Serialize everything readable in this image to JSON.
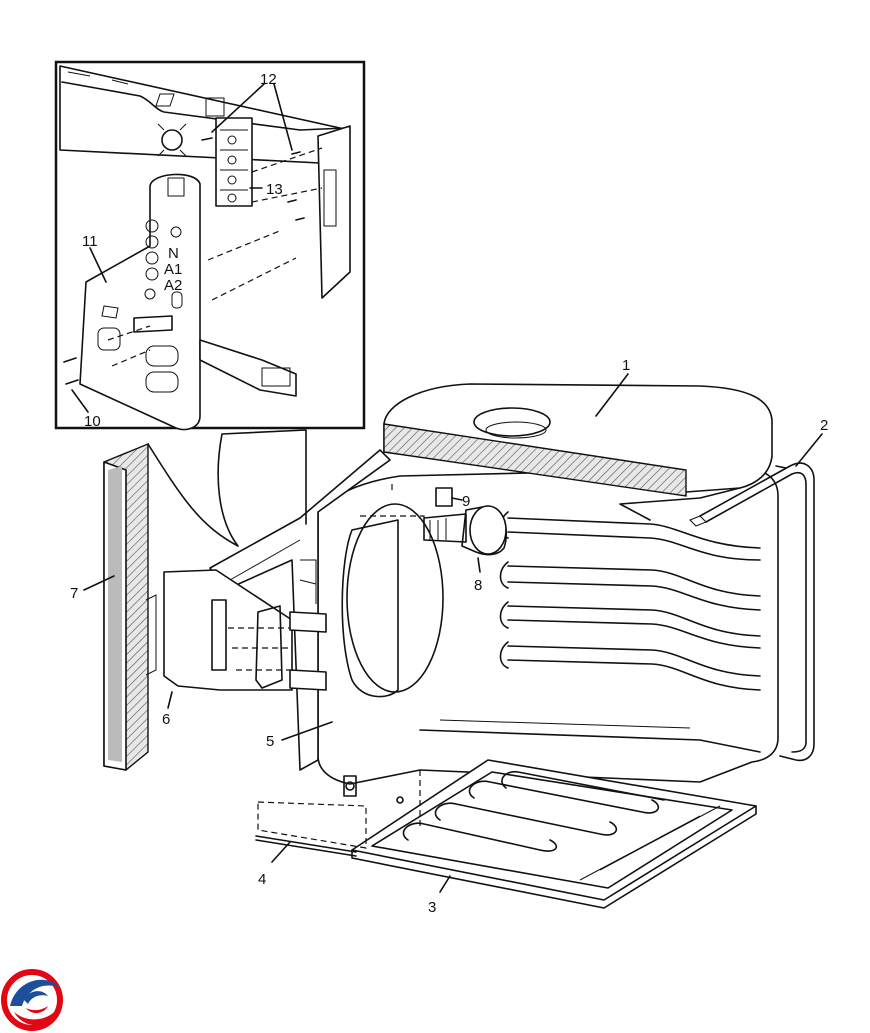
{
  "diagram": {
    "callouts": [
      "1",
      "2",
      "3",
      "4",
      "5",
      "6",
      "7",
      "8",
      "9",
      "10",
      "11",
      "12",
      "13"
    ],
    "inset_panel_labels": [
      "N",
      "A1",
      "A2"
    ]
  },
  "colors": {
    "line": "#111111",
    "background": "#ffffff",
    "logo_red": "#e30613",
    "logo_blue": "#1d4f9c"
  },
  "logo": {
    "icon": "brand-swirl-logo-icon"
  }
}
